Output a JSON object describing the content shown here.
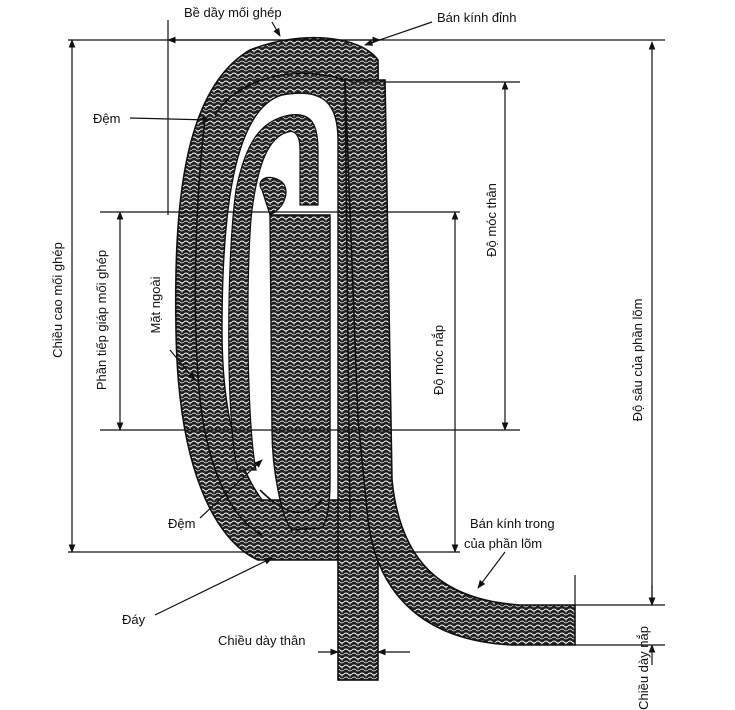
{
  "labels": {
    "be_day_moi_ghep": "Bề dầy mối ghép",
    "ban_kinh_dinh": "Bán kính đỉnh",
    "dem_top": "Đệm",
    "chieu_cao_moi_ghep": "Chiều cao mối ghép",
    "phan_tiep_giap_moi_ghep": "Phần tiếp giáp mối ghép",
    "mat_ngoai": "Mặt ngoài",
    "do_moc_than": "Độ móc thân",
    "do_moc_nap": "Độ móc nắp",
    "do_sau_cua_phan_lom": "Độ sâu của phần lõm",
    "dem_bottom": "Đệm",
    "ban_kinh_trong_line1": "Bán kính trong",
    "ban_kinh_trong_line2": "của phần lõm",
    "day": "Đáy",
    "chieu_day_than": "Chiều dày thân",
    "chieu_day_nap": "Chiều dày nắp"
  },
  "colors": {
    "ink": "#111111",
    "band_fill": "#1f1f1f",
    "paper": "#ffffff"
  }
}
